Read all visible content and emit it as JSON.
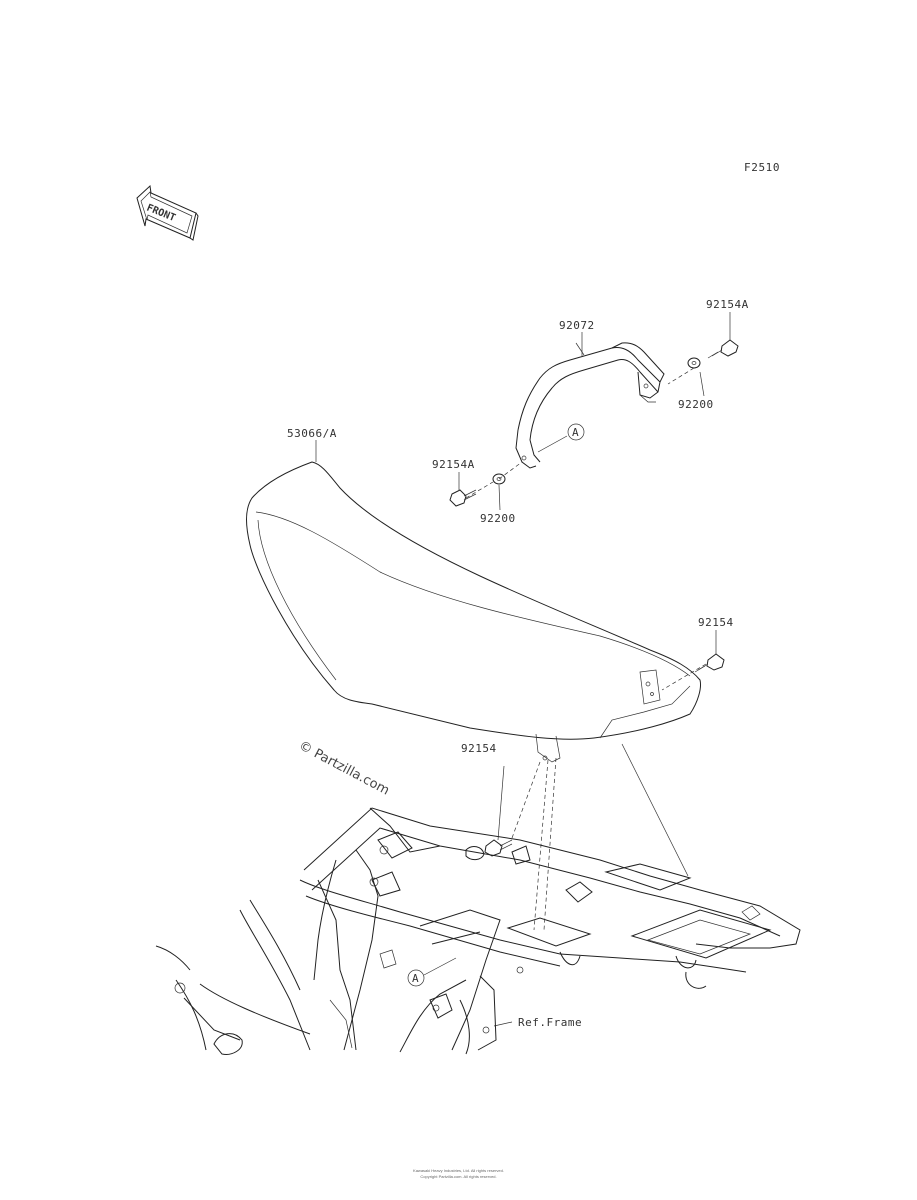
{
  "diagram": {
    "figure_code": "F2510",
    "front_label": "FRONT",
    "ref_label": "Ref.Frame",
    "marker_letter": "A",
    "watermark": "© Partzilla.com",
    "parts": {
      "seat": "53066/A",
      "handle": "92072",
      "bolt_upper_right": "92154A",
      "washer_upper_right": "92200",
      "bolt_left": "92154A",
      "washer_left": "92200",
      "bolt_rear": "92154",
      "bolt_front": "92154"
    },
    "footer": {
      "line1": "Kawasaki Heavy Industries, Ltd. All rights reserved.",
      "line2": "Copyright Partzilla.com. All rights reserved."
    }
  }
}
